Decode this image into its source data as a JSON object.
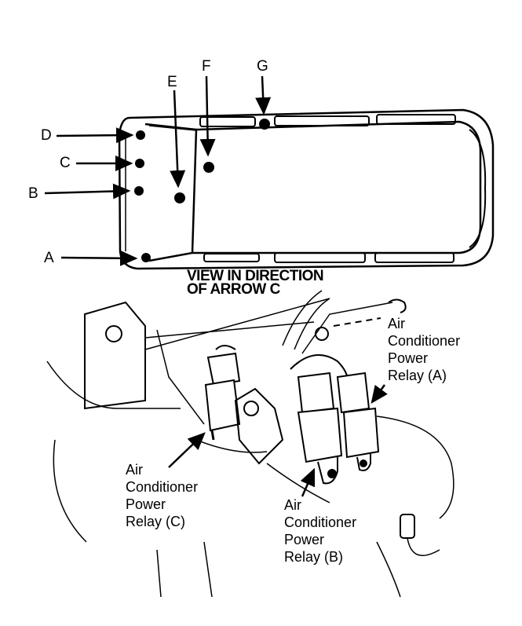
{
  "locator_labels": {
    "a": "A",
    "b": "B",
    "c": "C",
    "d": "D",
    "e": "E",
    "f": "F",
    "g": "G"
  },
  "view_title": {
    "line1": "VIEW IN DIRECTION",
    "line2": "OF ARROW C"
  },
  "relay_a": {
    "line1": "Air",
    "line2": "Conditioner",
    "line3": "Power",
    "line4": "Relay (A)"
  },
  "relay_b": {
    "line1": "Air",
    "line2": "Conditioner",
    "line3": "Power",
    "line4": "Relay (B)"
  },
  "relay_c": {
    "line1": "Air",
    "line2": "Conditioner",
    "line3": "Power",
    "line4": "Relay (C)"
  }
}
